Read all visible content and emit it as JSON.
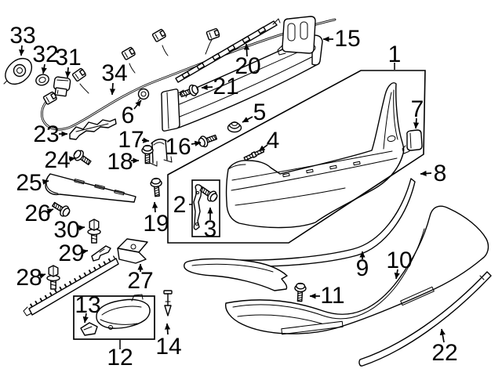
{
  "diagram": {
    "type": "exploded-parts-diagram",
    "subject": "Rear bumper assembly",
    "background_color": "#ffffff",
    "line_color": "#000000",
    "callouts": [
      {
        "label": "1"
      },
      {
        "label": "2"
      },
      {
        "label": "3"
      },
      {
        "label": "4"
      },
      {
        "label": "5"
      },
      {
        "label": "6"
      },
      {
        "label": "7"
      },
      {
        "label": "8"
      },
      {
        "label": "9"
      },
      {
        "label": "10"
      },
      {
        "label": "11"
      },
      {
        "label": "12"
      },
      {
        "label": "13"
      },
      {
        "label": "14"
      },
      {
        "label": "15"
      },
      {
        "label": "16"
      },
      {
        "label": "17"
      },
      {
        "label": "18"
      },
      {
        "label": "19"
      },
      {
        "label": "20"
      },
      {
        "label": "21"
      },
      {
        "label": "22"
      },
      {
        "label": "23"
      },
      {
        "label": "24"
      },
      {
        "label": "25"
      },
      {
        "label": "26"
      },
      {
        "label": "27"
      },
      {
        "label": "28"
      },
      {
        "label": "29"
      },
      {
        "label": "30"
      },
      {
        "label": "31"
      },
      {
        "label": "32"
      },
      {
        "label": "33"
      },
      {
        "label": "34"
      }
    ]
  }
}
